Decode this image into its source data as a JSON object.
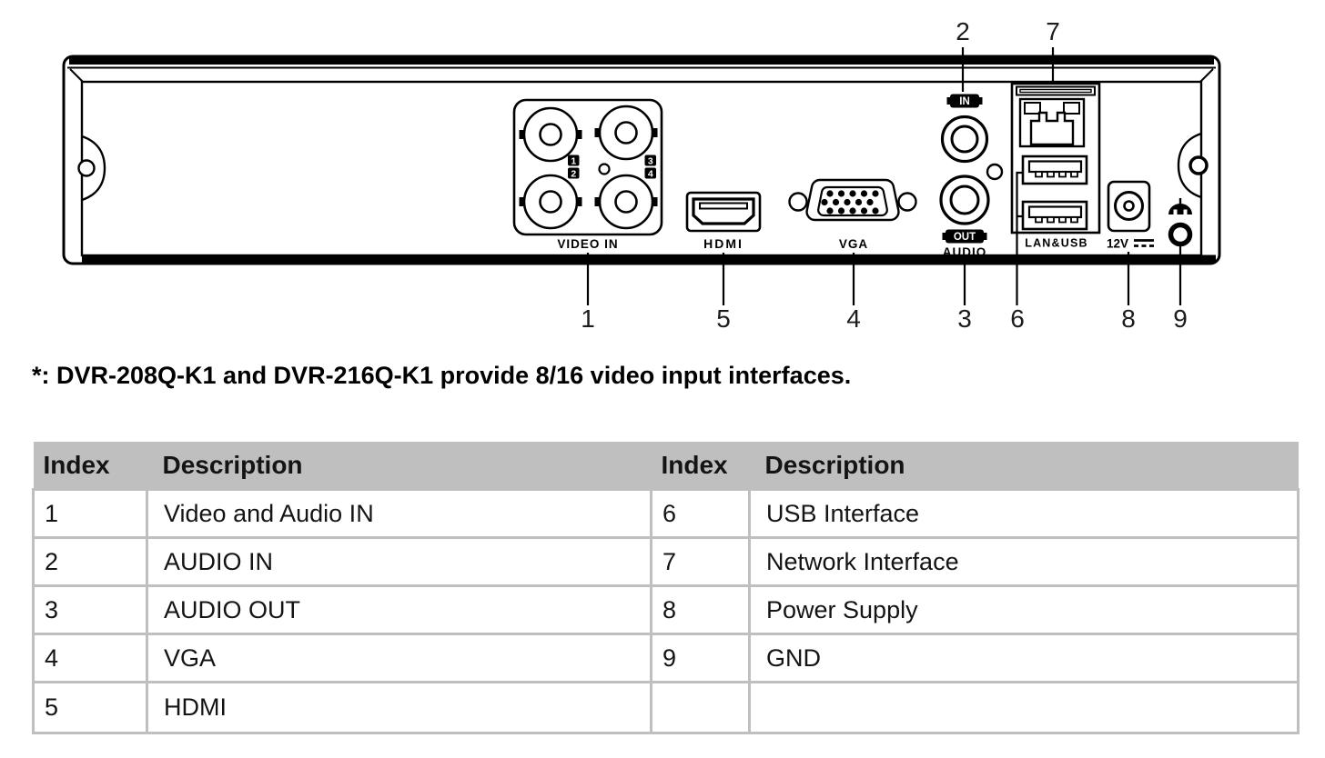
{
  "note": "*: DVR-208Q-K1 and DVR-216Q-K1 provide 8/16 video input interfaces.",
  "diagram": {
    "port_labels": {
      "video_in": "VIDEO IN",
      "hdmi": "HDMI",
      "vga": "VGA",
      "audio_in_badge": "IN",
      "audio_out_badge": "OUT",
      "audio": "AUDIO",
      "lan_usb": "LAN&USB",
      "power": "12V"
    },
    "bnc_badges": [
      "1",
      "2",
      "3",
      "4"
    ],
    "callouts": [
      "1",
      "2",
      "3",
      "4",
      "5",
      "6",
      "7",
      "8",
      "9"
    ]
  },
  "table": {
    "header_left": {
      "index": "Index",
      "description": "Description"
    },
    "header_right": {
      "index": "Index",
      "description": "Description"
    },
    "left_rows": [
      {
        "index": "1",
        "description": "Video and Audio IN"
      },
      {
        "index": "2",
        "description": "AUDIO IN"
      },
      {
        "index": "3",
        "description": "AUDIO OUT"
      },
      {
        "index": "4",
        "description": "VGA"
      },
      {
        "index": "5",
        "description": "HDMI"
      }
    ],
    "right_rows": [
      {
        "index": "6",
        "description": "USB Interface"
      },
      {
        "index": "7",
        "description": "Network Interface"
      },
      {
        "index": "8",
        "description": "Power Supply"
      },
      {
        "index": "9",
        "description": "GND"
      },
      {
        "index": "",
        "description": ""
      }
    ]
  },
  "colors": {
    "line_art": "#000000",
    "table_header_bg": "#bfbfbf",
    "table_border": "#bfbfbf"
  }
}
